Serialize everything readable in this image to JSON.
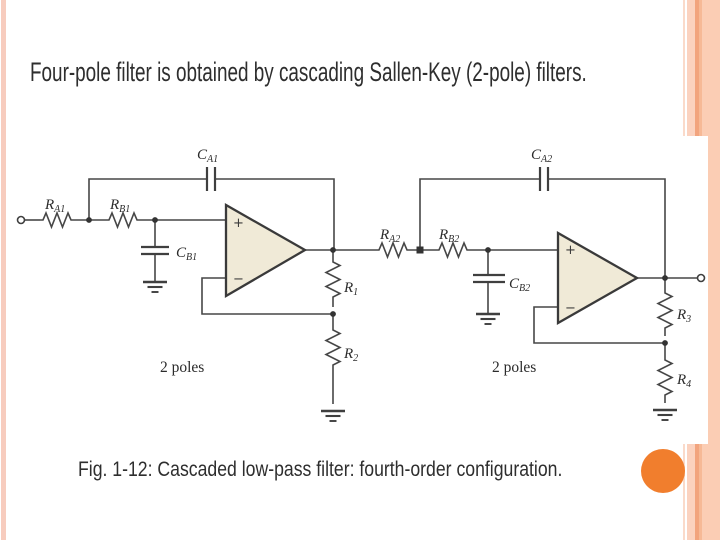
{
  "slide": {
    "title": "Four-pole filter is obtained by cascading Sallen-Key (2-pole) filters.",
    "caption": "Fig. 1-12: Cascaded low-pass filter: fourth-order configuration."
  },
  "figure": {
    "stage1_note": "2 poles",
    "stage2_note": "2 poles",
    "opamp": {
      "plus": "+",
      "minus": "−"
    },
    "labels": {
      "ra1": {
        "main": "R",
        "sub": "A1"
      },
      "rb1": {
        "main": "R",
        "sub": "B1"
      },
      "ca1": {
        "main": "C",
        "sub": "A1"
      },
      "cb1": {
        "main": "C",
        "sub": "B1"
      },
      "ra2": {
        "main": "R",
        "sub": "A2"
      },
      "rb2": {
        "main": "R",
        "sub": "B2"
      },
      "ca2": {
        "main": "C",
        "sub": "A2"
      },
      "cb2": {
        "main": "C",
        "sub": "B2"
      },
      "r1": {
        "main": "R",
        "sub": "1"
      },
      "r2": {
        "main": "R",
        "sub": "2"
      },
      "r3": {
        "main": "R",
        "sub": "3"
      },
      "r4": {
        "main": "R",
        "sub": "4"
      }
    }
  },
  "colors": {
    "accent_orange": "#f17e2d",
    "note_pink": "#e04379",
    "opamp_fill": "#f0ead7",
    "wire": "#474747",
    "left_stripe": "#f7ccbe",
    "right_stripe_thin": "#fadaca",
    "right_stripe_light": "#fbd2bf",
    "right_stripe_dark": "#f2a47e",
    "right_stripe_mid": "#f6b996",
    "right_stripe_pale": "#fbcdb4"
  }
}
